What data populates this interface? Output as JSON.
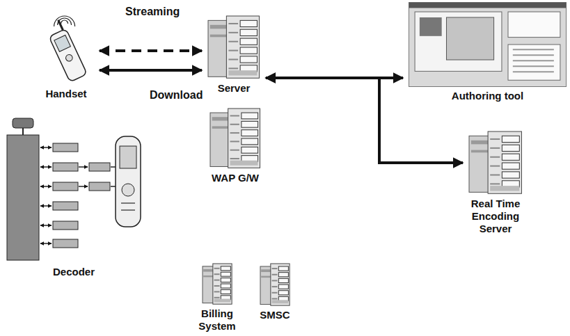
{
  "diagram": {
    "nodes": [
      {
        "text": [
          "Handset"
        ]
      },
      {
        "text": [
          "Server"
        ]
      },
      {
        "text": [
          "Authoring tool"
        ]
      },
      {
        "text": [
          "WAP G/W"
        ]
      },
      {
        "text": [
          "Real Time Encoding Server"
        ]
      },
      {
        "text": [
          "Decoder"
        ]
      },
      {
        "text": [
          "Billing System"
        ]
      },
      {
        "text": [
          "SMSC"
        ]
      }
    ],
    "edges": [
      {
        "from": 0,
        "to": 1,
        "label": "Streaming",
        "arrow": "both"
      },
      {
        "from": 0,
        "to": 1,
        "label": "Download",
        "arrow": "both"
      },
      {
        "from": 1,
        "to": 2,
        "arrow": "both"
      },
      {
        "from": 1,
        "to": 4,
        "arrow": "both"
      }
    ]
  }
}
